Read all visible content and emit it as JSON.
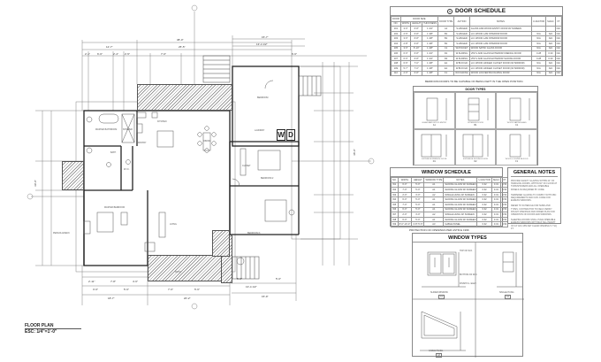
{
  "floor_plan": {
    "title": "FLOOR PLAN",
    "scale": "ESC: 1/4\"=1'-0\"",
    "overall_dims": {
      "top_total": "38'-0\"",
      "top_left": "12'-7\"",
      "top_mid": "25'-5\"",
      "top_right": "15'-7\"",
      "top_sub_right": "13'-4 1/2\"",
      "right_total": "48'-0\"",
      "left_total": "39'-0\"",
      "bottom_left": "18'-7\"",
      "bottom_mid": "20'-2\"",
      "bottom_right": "15'-9\""
    },
    "top_subdims": [
      "2'-1\"",
      "6'-6\"",
      "2'-4\"",
      "2'-5\"",
      "7'-6\"",
      "6'-8\"",
      "6'-0\"",
      "6'-6\""
    ],
    "bottom_subdims": [
      "2'-11\"",
      "7'-8\"",
      "4'-6\"",
      "3'-6\"",
      "5'-6\"",
      "7'-6\"",
      "5'-6\"",
      "2'-7\"",
      "5'-0\"",
      "13'-4 1/2\"",
      "5'-0\""
    ],
    "right_subdims": [
      "3'-5\"",
      "4'-6\"",
      "4'-6\"",
      "3'-6\"",
      "4'-4\"",
      "11'-6\"",
      "12'-6\"",
      "13'-4\""
    ],
    "rooms": [
      {
        "id": "master-bath",
        "label": "MASTER BATHROOM"
      },
      {
        "id": "shower",
        "label": "SHOWER"
      },
      {
        "id": "kitchen",
        "label": "KITCHEN"
      },
      {
        "id": "laundry",
        "label": "LAUNDRY"
      },
      {
        "id": "pantry",
        "label": "PANTRY"
      },
      {
        "id": "dining",
        "label": "DINING"
      },
      {
        "id": "bedroom-loft",
        "label": "BEDROOM"
      },
      {
        "id": "bedroom-2",
        "label": "BEDROOM 2"
      },
      {
        "id": "bedroom-3",
        "label": "BEDROOM 3"
      },
      {
        "id": "master-bedroom",
        "label": "MASTER BEDROOM"
      },
      {
        "id": "living",
        "label": "LIVING"
      },
      {
        "id": "wic",
        "label": "W.I.C."
      },
      {
        "id": "bath",
        "label": "BATH"
      },
      {
        "id": "hall",
        "label": "HALL"
      },
      {
        "id": "closet",
        "label": "CLOSET"
      },
      {
        "id": "porch",
        "label": "COVERED PORCH"
      },
      {
        "id": "deck",
        "label": "DECK"
      },
      {
        "id": "patio",
        "label": "PATIO"
      },
      {
        "id": "side",
        "label": "PERGOLA/DECK"
      }
    ],
    "wd_labels": [
      "W",
      "D"
    ]
  },
  "door_schedule": {
    "title": "DOOR SCHEDULE",
    "marker": "#",
    "group_headers": {
      "door": "DOOR",
      "door_size": "DOOR SIZE",
      "door_type": "DOOR TYPE"
    },
    "columns": [
      "NO.",
      "WIDTH",
      "HEIGHT",
      "THICKNESS",
      "DOOR TYPE",
      "ACTION",
      "NOTES",
      "U-FACTOR",
      "SHGC",
      "VT"
    ],
    "rows": [
      [
        "101",
        "3'-0\"",
        "6'-8\"",
        "1 3/4\"",
        "A1",
        "S.HINGED",
        "GLASS AND WOOD ENTRY DOOR W/ SCREEN",
        "",
        "",
        "N/A"
      ],
      [
        "102",
        "2'-6\"",
        "6'-8\"",
        "1 3/8\"",
        "B1",
        "S.HINGED",
        "H.C WOOD LAM INTERIOR DOOR",
        "N/A",
        "N/A",
        "N/A"
      ],
      [
        "103",
        "3'-0\"",
        "6'-8\"",
        "1 3/8\"",
        "B1",
        "S.HINGED",
        "H.C WOOD LAM INTERIOR DOOR",
        "N/A",
        "N/A",
        "N/A"
      ],
      [
        "104",
        "2'-8\"",
        "6'-8\"",
        "1 3/8\"",
        "B1",
        "S.HINGED",
        "H.C WOOD LAM INTERIOR DOOR",
        "N/A",
        "N/A",
        "N/A"
      ],
      [
        "105",
        "3'-0\"",
        "6'-10\"",
        "1 3/8\"",
        "C1",
        "W.POCKET",
        "WOOD SATIN/ GLASS DOOR",
        "N/A",
        "N/A",
        "N/A"
      ],
      [
        "106",
        "6'-0\"",
        "6'-8\"",
        "1 3/4\"",
        "D1",
        "W.SLIDING",
        "VINYL AND GLASS EXTERIOR FRENCH DOOR",
        "0.28",
        "0.30",
        "N/A"
      ],
      [
        "107",
        "6'-0\"",
        "6'-8\"",
        "1 3/4\"",
        "D2",
        "W.SLIDING",
        "VINYL AND GLASS EXTERIOR SLIDING DOOR",
        "0.28",
        "0.30",
        "N/A"
      ],
      [
        "108",
        "6'-6\"",
        "7'-0\"",
        "1 3/8\"",
        "E1",
        "W.BI.FOLD",
        "H.C WOOD HINGED CLOSET DOOR (W/ MIRROR)",
        "N/A",
        "N/A",
        "N/A"
      ],
      [
        "109",
        "5'-7\"",
        "7'-0\"",
        "1 3/8\"",
        "E1",
        "W.BI.FOLD",
        "H.C WOOD HINGED CLOSET DOOR (W/ MIRROR)",
        "N/A",
        "N/A",
        "N/A"
      ],
      [
        "110",
        "2'-0\"",
        "6'-8\"",
        "1 3/8\"",
        "F1",
        "W.FOLDING",
        "WOOD LOUVER BI-FOLDING DOOR",
        "N/A",
        "N/A",
        "N/A"
      ]
    ],
    "footnote": "BEDROOM DOORS TO BE CAPABLE OF BEING KEPT IN THE OPEN POSITION."
  },
  "door_types": {
    "title": "DOOR TYPES",
    "items": [
      {
        "caption": "GLASS AND WOOD ENTRY",
        "tag": "A1"
      },
      {
        "caption": "INTERIOR DOOR",
        "tag": "B1"
      },
      {
        "caption": "WOOD SATIN/GLASS",
        "tag": "C1"
      },
      {
        "caption": "EXTERIOR FRENCH DOOR",
        "tag": "D1"
      },
      {
        "caption": "EXTERIOR SLIDING DOOR",
        "tag": "D2"
      },
      {
        "caption": "WOOD LOUVER BI-FOLD",
        "tag": "F1"
      }
    ]
  },
  "window_schedule": {
    "title": "WINDOW SCHEDULE",
    "columns": [
      "NO.",
      "WIDTH",
      "HEIGHT",
      "WINDOW TYPE",
      "NOTES",
      "U-FACTOR",
      "SHGC",
      "VT"
    ],
    "rows": [
      [
        "W1",
        "6'-0\"",
        "5'-0\"",
        "A1",
        "SLIDING GLASS W/ SCREEN",
        "0.32",
        "0.31",
        "0.53"
      ],
      [
        "W2",
        "7'-0\"",
        "5'-0\"",
        "A1",
        "SLIDING GLASS W/ SCREEN",
        "0.32",
        "0.31",
        "0.53"
      ],
      [
        "W3",
        "2'-0\"",
        "3'-0\"",
        "A2",
        "SINGLE HUNG W/ SCREEN",
        "0.32",
        "0.31",
        "0.53"
      ],
      [
        "W4",
        "6'-0\"",
        "5'-0\"",
        "A1",
        "SLIDING GLASS W/ SCREEN",
        "0.32",
        "0.31",
        "0.53"
      ],
      [
        "W5",
        "7'-0\"",
        "5'-0\"",
        "A1",
        "SLIDING GLASS W/ SCREEN",
        "0.32",
        "0.31",
        "0.53"
      ],
      [
        "W6",
        "6'-0\"",
        "5'-0\"",
        "A1",
        "SLIDING GLASS W/ SCREEN",
        "0.32",
        "0.31",
        "0.53"
      ],
      [
        "W7",
        "2'-0\"",
        "3'-0\"",
        "A2",
        "SINGLE HUNG W/ SCREEN",
        "0.32",
        "0.31",
        "0.53"
      ],
      [
        "W8",
        "6'-0\"",
        "5'-0\"",
        "A1",
        "SLIDING GLASS W/ SCREEN",
        "0.32",
        "0.31",
        "0.53"
      ],
      [
        "W9",
        "8'-0\"-10'-0\"",
        "4'-8\"-5'-6\"",
        "A3",
        "GABLE PANEL",
        "0.32",
        "0.31",
        "0.53"
      ]
    ],
    "footnote": "PROTECTION OF OPENINGS PER ASTM E 1996"
  },
  "general_notes": {
    "title": "GENERAL NOTES",
    "items": [
      "PROVIDE SAFETY GLAZING WITHIN 24\" OF SWINGING DOORS, WITHIN 60\" OF FLOOR AT TUBS/SHOWERS AND ALL OPERABLE PANELS AS REQUIRED BY CODE.",
      "TEMPERED GLAZING TO COMPLY WITH CBC REQUIREMENTS AND CIVIL CODE FOR EGRESS WINDOWS.",
      "REFER TO SCHEDULE FOR SIZES AND TYPES. CONTRACTOR TO FIELD VERIFY ROUGH OPENINGS AND ORDER PLAN FOR OPERATION OF DOORS AND WINDOWS.",
      "SLEEPING ROOMS SHALL HAVE OPERABLE EGRESS WINDOWS WITH MAX SILL HEIGHT OF 44\" AFF, MIN NET CLEAR OPENING 5.7 SQ FT."
    ]
  },
  "window_types": {
    "title": "WINDOW TYPES",
    "items": [
      {
        "caption": "SLIDER WINDOW",
        "tag": "A1",
        "sub": "VINYL FRAME"
      },
      {
        "caption": "SINGLE HUNG",
        "tag": "A2"
      },
      {
        "caption": "GABLE PANEL",
        "tag": "A3"
      }
    ],
    "labels": {
      "top_of_window": "TOP OF W.O.",
      "bottom_of_window": "BOTTOM OF W.O.",
      "finish_floor": "FINISH FL. ELEV."
    }
  }
}
